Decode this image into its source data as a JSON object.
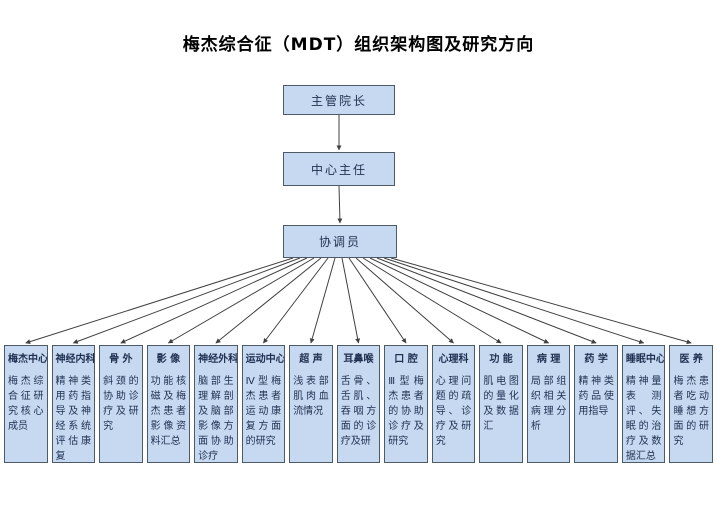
{
  "title": "梅杰综合征（MDT）组织架构图及研究方向",
  "colors": {
    "box_fill": "#c6d9f1",
    "box_border": "#4d5a68",
    "connector_line": "#404040",
    "text": "#1f3050"
  },
  "hierarchy": {
    "level1": "主管院长",
    "level2": "中心主任",
    "level3": "协调员"
  },
  "departments": [
    {
      "name": "梅杰中心",
      "focus": "梅杰综合征研究核心成员"
    },
    {
      "name": "神经内科",
      "focus": "精神类用药指导及神经系统评估康复"
    },
    {
      "name": "骨 外",
      "focus": "斜颈的协助诊疗及研究"
    },
    {
      "name": "影 像",
      "focus": "功能核磁及梅杰患者影像资料汇总"
    },
    {
      "name": "神经外科",
      "focus": "脑部生理解剖及脑部影像方面协助诊疗"
    },
    {
      "name": "运动中心",
      "focus": "Ⅳ型梅杰患者运动康复方面的研究"
    },
    {
      "name": "超 声",
      "focus": "浅表部肌肉血流情况"
    },
    {
      "name": "耳鼻喉",
      "focus": "舌骨、舌肌、吞咽方面的诊疗及研"
    },
    {
      "name": "口 腔",
      "focus": "Ⅲ型梅杰患者的协助诊疗及研究"
    },
    {
      "name": "心理科",
      "focus": "心理问题的疏导、诊疗及研究"
    },
    {
      "name": "功 能",
      "focus": "肌电图的量化及数据汇"
    },
    {
      "name": "病 理",
      "focus": "局部组织相关病理分析"
    },
    {
      "name": "药 学",
      "focus": "精神类药品使用指导"
    },
    {
      "name": "睡眠中心",
      "focus": "精神量表测评、失眠的治疗及数据汇总"
    },
    {
      "name": "医 养",
      "focus": "梅杰患者吃动睡想方面的研究"
    }
  ]
}
